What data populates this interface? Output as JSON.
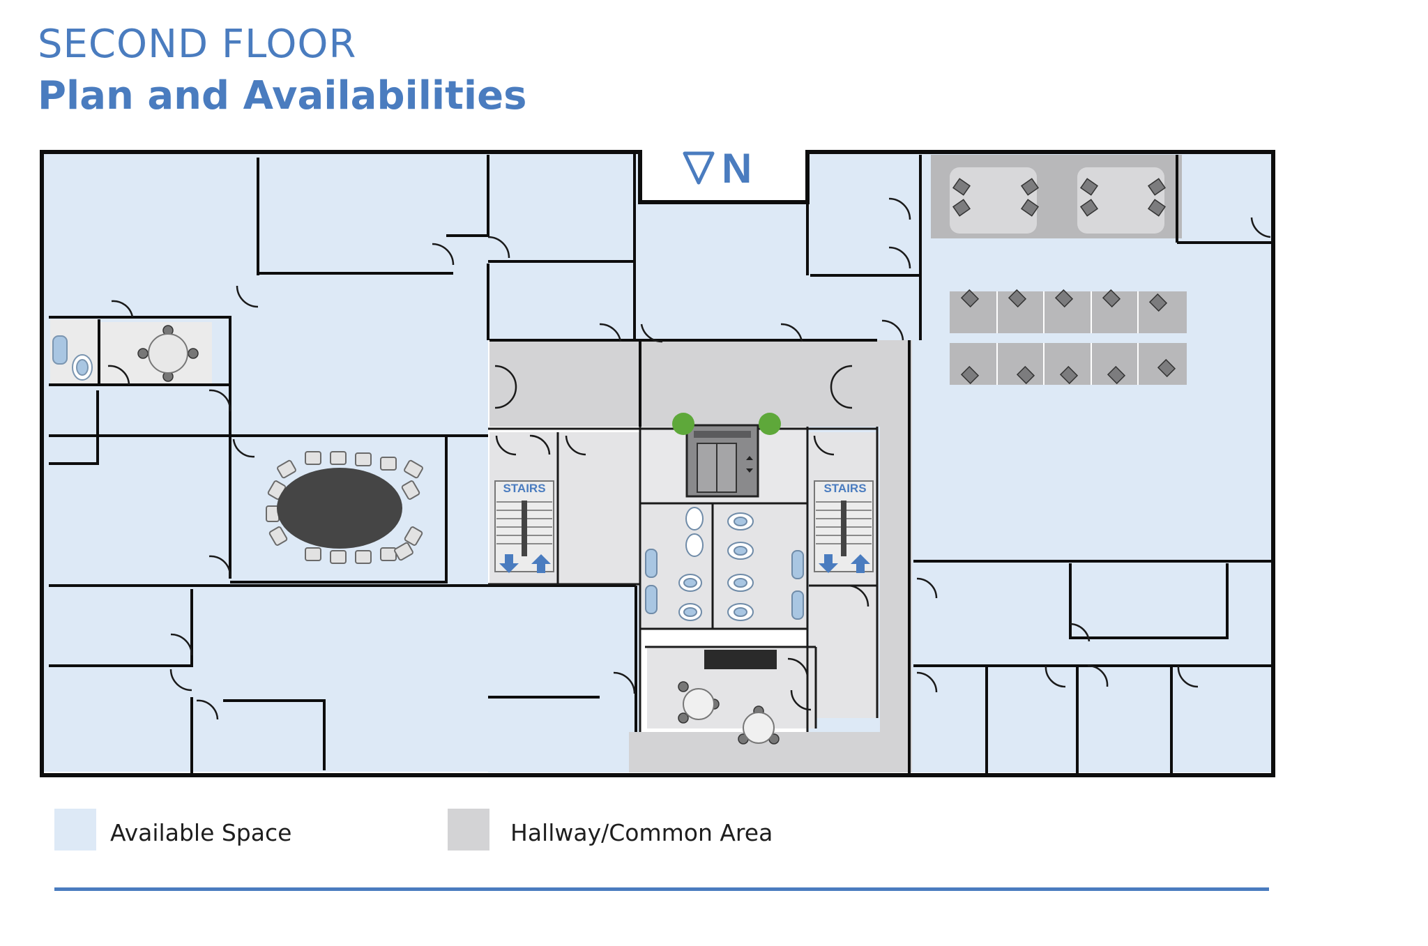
{
  "header": {
    "floor": "SECOND FLOOR",
    "subtitle": "Plan and Availabilities"
  },
  "compass": {
    "label": "N"
  },
  "stairs": {
    "left_label": "STAIRS",
    "right_label": "STAIRS"
  },
  "legend": {
    "available": {
      "label": "Available Space",
      "color": "#dde9f6"
    },
    "common": {
      "label": "Hallway/Common Area",
      "color": "#d3d3d5"
    }
  },
  "colors": {
    "accent": "#4a7cbf",
    "wall": "#0d0d0d",
    "table": "#454545",
    "fixture": "#a9c6e2"
  }
}
